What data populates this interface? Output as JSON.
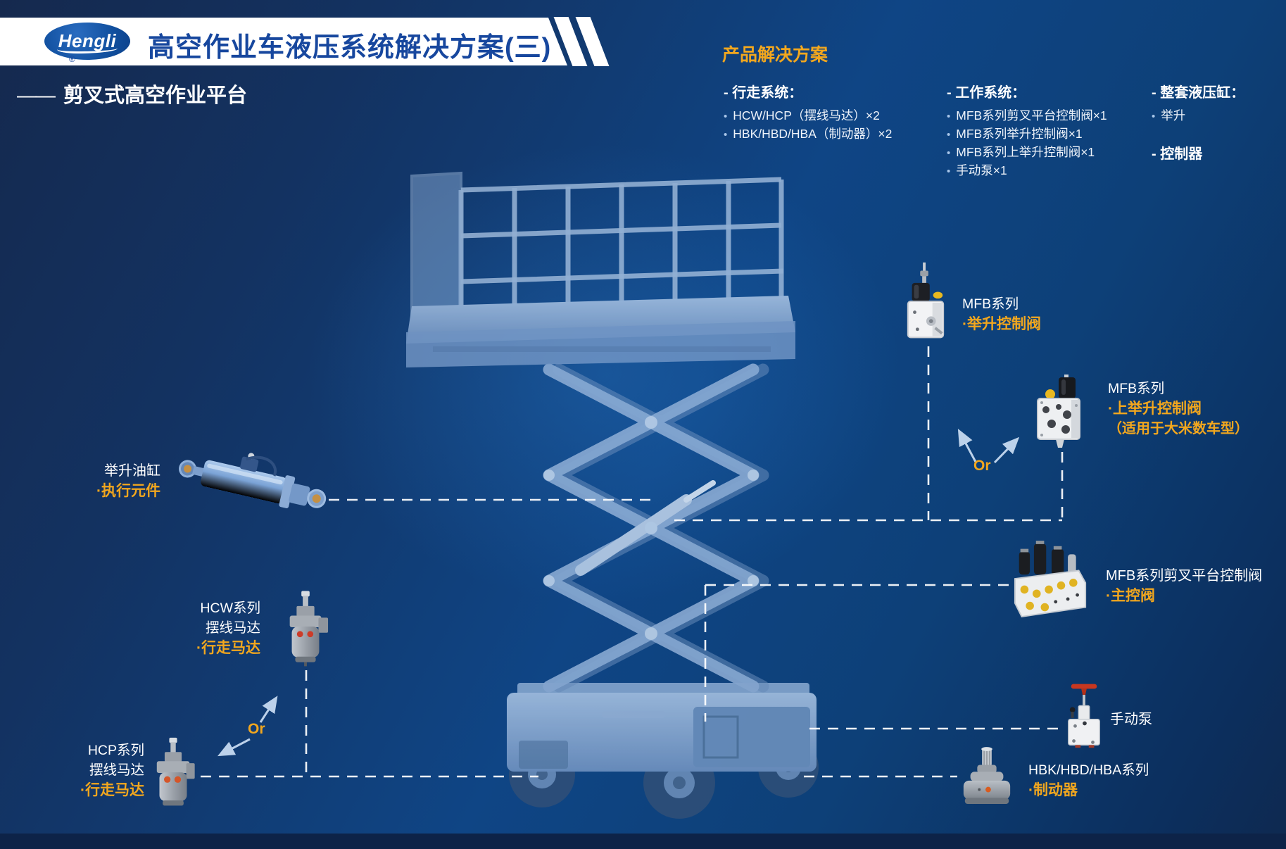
{
  "header": {
    "logo_text": "Hengli",
    "registered_mark": "®",
    "title": "高空作业车液压系统解决方案(三)",
    "subtitle_dash": "——",
    "subtitle": "剪叉式高空作业平台"
  },
  "solution": {
    "title": "产品解决方案",
    "bullet": "•",
    "columns": [
      {
        "heading": "- 行走系统：",
        "items": [
          "HCW/HCP（摆线马达）×2",
          "HBK/HBD/HBA（制动器）×2"
        ]
      },
      {
        "heading": "- 工作系统：",
        "items": [
          "MFB系列剪叉平台控制阀×1",
          "MFB系列举升控制阀×1",
          "MFB系列上举升控制阀×1",
          "手动泵×1"
        ]
      },
      {
        "heading": "- 整套液压缸：",
        "items": [
          "举升"
        ],
        "heading2": "- 控制器"
      }
    ]
  },
  "callouts": {
    "lift_cylinder": {
      "name": "举升油缸",
      "role": "·执行元件"
    },
    "hcw_motor": {
      "series": "HCW系列",
      "type": "摆线马达",
      "role": "·行走马达"
    },
    "hcp_motor": {
      "series": "HCP系列",
      "type": "摆线马达",
      "role": "·行走马达"
    },
    "or_left": "Or",
    "or_right": "Or",
    "mfb_lift_valve": {
      "series": "MFB系列",
      "role": "·举升控制阀"
    },
    "mfb_upper_lift_valve": {
      "series": "MFB系列",
      "role": "·上举升控制阀",
      "note": "（适用于大米数车型）"
    },
    "mfb_main_valve": {
      "series": "MFB系列剪叉平台控制阀",
      "role": "·主控阀"
    },
    "hand_pump": {
      "name": "手动泵"
    },
    "brake": {
      "series": "HBK/HBD/HBA系列",
      "role": "·制动器"
    }
  },
  "colors": {
    "accent_yellow": "#F2A71E",
    "title_blue": "#17479E",
    "background_blue": "#0F4585",
    "background_dark": "#15294E"
  }
}
